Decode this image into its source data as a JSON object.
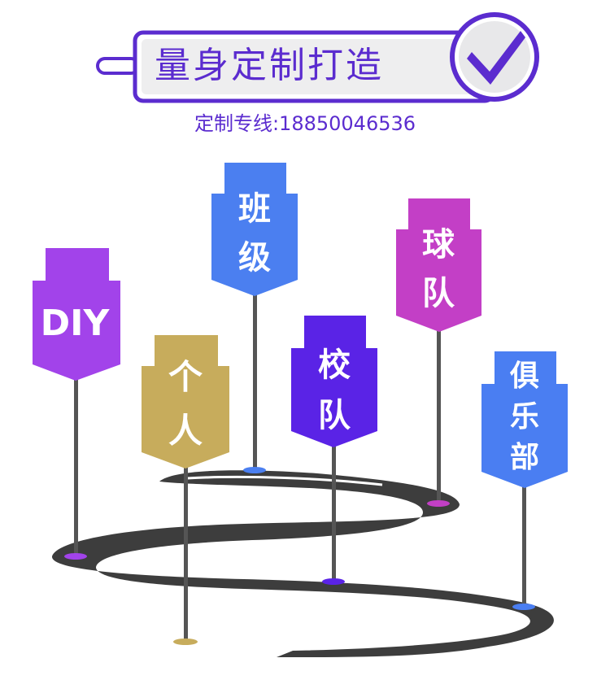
{
  "header": {
    "title": "量身定制打造",
    "phone": "定制专线:18850046536",
    "check_icon": "checkmark-icon"
  },
  "colors": {
    "accent": "#5b2ccf",
    "road": "#3d3d3d",
    "pole": "#555555"
  },
  "signs": [
    {
      "id": "diy",
      "label": [
        "DIY"
      ],
      "color": "#a243ea"
    },
    {
      "id": "personal",
      "label": [
        "个",
        "人"
      ],
      "color": "#c7ac5c"
    },
    {
      "id": "class",
      "label": [
        "班",
        "级"
      ],
      "color": "#4b7ff0"
    },
    {
      "id": "school",
      "label": [
        "校",
        "队"
      ],
      "color": "#5a23e6"
    },
    {
      "id": "ball",
      "label": [
        "球",
        "队"
      ],
      "color": "#c33fc6"
    },
    {
      "id": "club",
      "label": [
        "俱",
        "乐",
        "部"
      ],
      "color": "#4a7ef2"
    }
  ]
}
